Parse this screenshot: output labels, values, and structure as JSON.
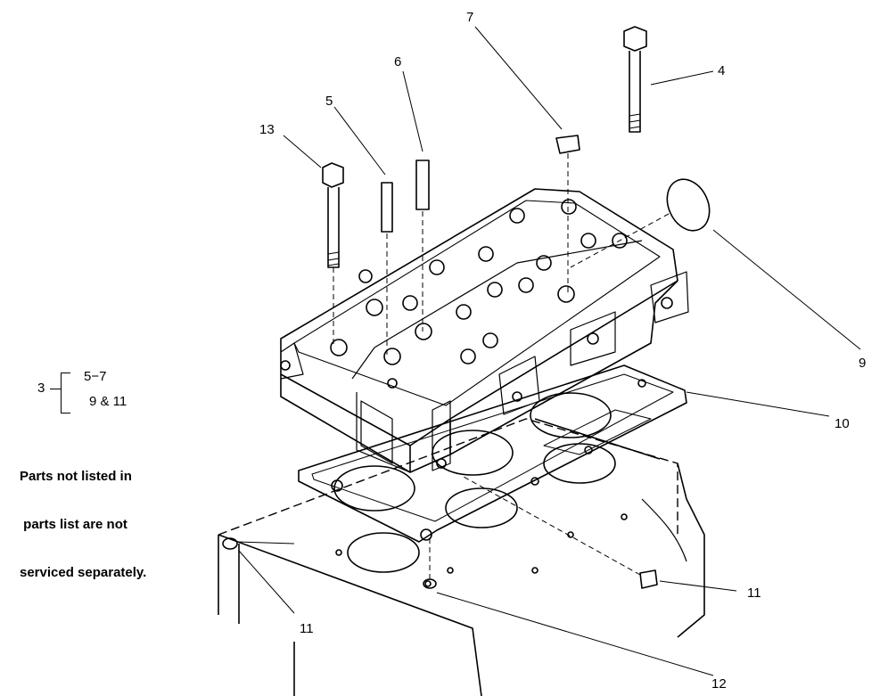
{
  "callouts": {
    "c13": "13",
    "c5": "5",
    "c6": "6",
    "c7": "7",
    "c4": "4",
    "c9": "9",
    "c10": "10",
    "c11a": "11",
    "c11b": "11",
    "c12": "12"
  },
  "kit": {
    "number": "3",
    "group1": "5−7",
    "group2": "9 & 11"
  },
  "note": {
    "line1": "Parts not listed in",
    "line2": " parts list are not",
    "line3": "serviced separately."
  }
}
